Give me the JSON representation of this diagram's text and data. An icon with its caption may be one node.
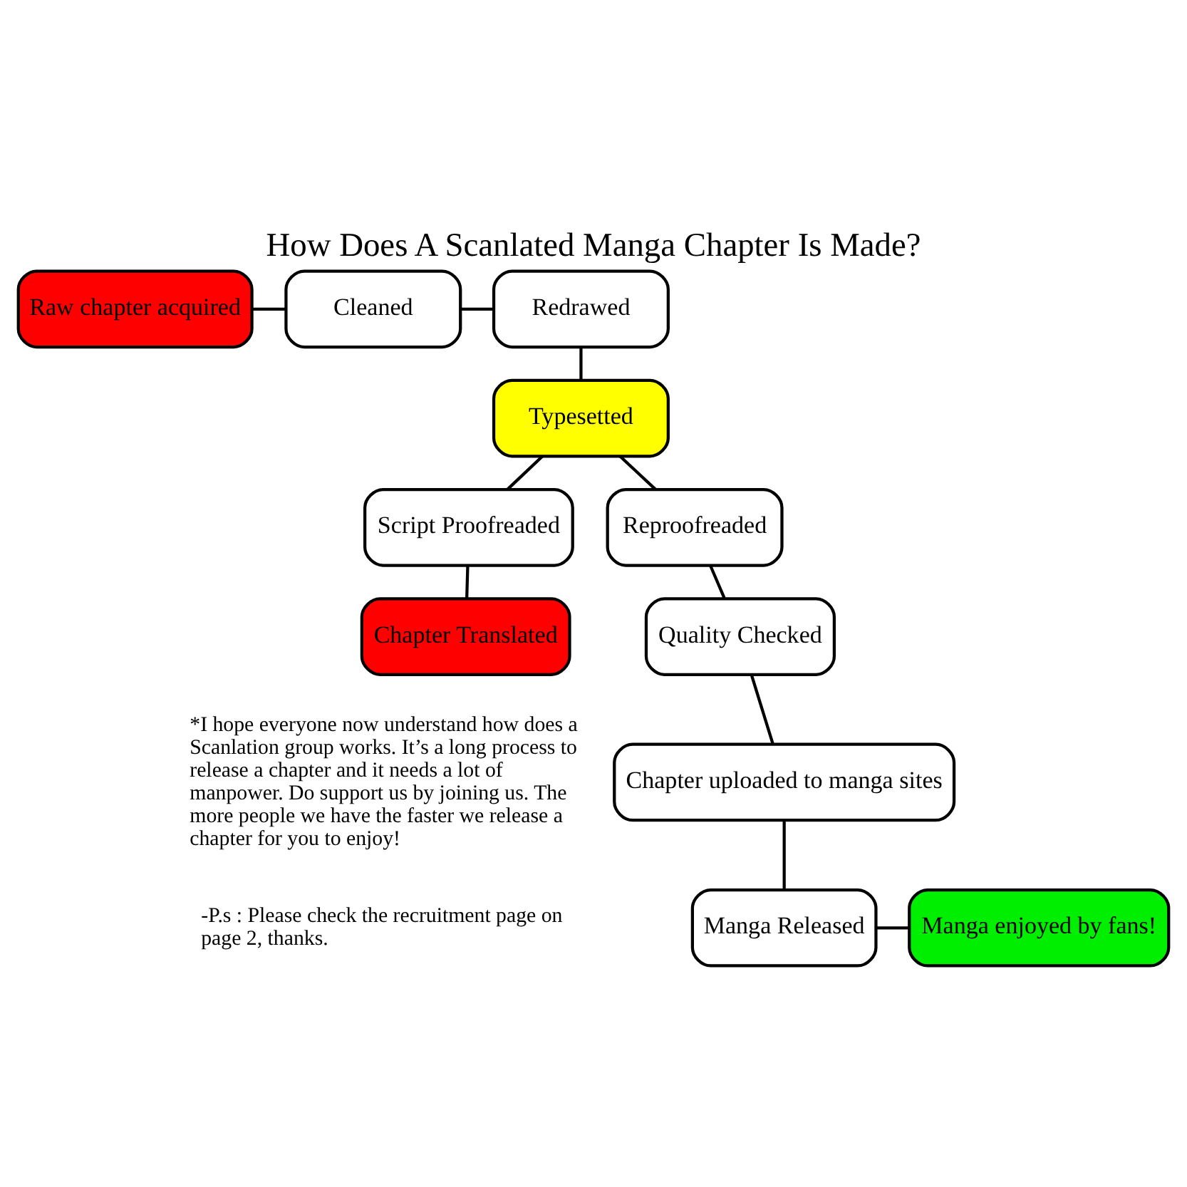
{
  "diagram": {
    "title": "How Does A Scanlated Manga Chapter Is Made?",
    "nodes": [
      {
        "text": [
          "Raw chapter acquired"
        ]
      },
      {
        "text": [
          "Cleaned"
        ]
      },
      {
        "text": [
          "Redrawed"
        ]
      },
      {
        "text": [
          "Typesetted"
        ]
      },
      {
        "text": [
          "Script Proofreaded"
        ]
      },
      {
        "text": [
          "Chapter Translated"
        ]
      },
      {
        "text": [
          "Reproofreaded"
        ]
      },
      {
        "text": [
          "Quality Checked"
        ]
      },
      {
        "text": [
          "Chapter uploaded to manga sites"
        ]
      },
      {
        "text": [
          "Manga Released"
        ]
      },
      {
        "text": [
          "Manga enjoyed by fans!"
        ]
      }
    ],
    "edges": [
      {
        "from": 0,
        "to": 1,
        "arrow": "none"
      },
      {
        "from": 1,
        "to": 2,
        "arrow": "none"
      },
      {
        "from": 2,
        "to": 3,
        "arrow": "none"
      },
      {
        "from": 3,
        "to": 4,
        "arrow": "none"
      },
      {
        "from": 4,
        "to": 5,
        "arrow": "none"
      },
      {
        "from": 3,
        "to": 6,
        "arrow": "none"
      },
      {
        "from": 6,
        "to": 7,
        "arrow": "none"
      },
      {
        "from": 7,
        "to": 8,
        "arrow": "none"
      },
      {
        "from": 8,
        "to": 9,
        "arrow": "none"
      },
      {
        "from": 9,
        "to": 10,
        "arrow": "none"
      }
    ],
    "labels": [
      "*I hope everyone now understand how does a Scanlation group works. It’s a long process to release a chapter and it needs a lot of manpower. Do support us by joining us. The more people we have the faster we release a chapter for you to enjoy!",
      "-P.s : Please check the recruitment page on page 2, thanks."
    ]
  }
}
